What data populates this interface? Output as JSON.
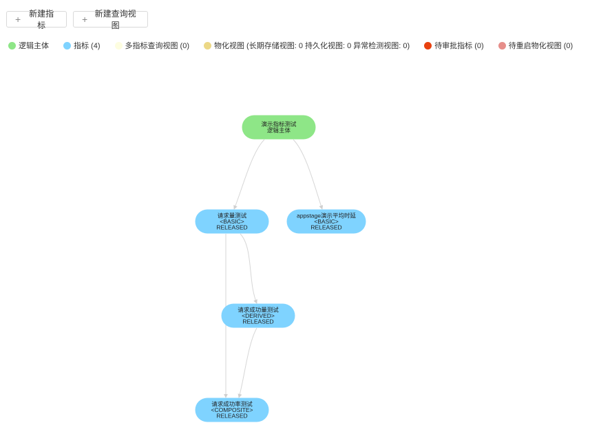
{
  "toolbar": {
    "new_metric_label": "新建指标",
    "new_query_view_label": "新建查询视图"
  },
  "legend": [
    {
      "id": "logic",
      "label": "逻辑主体",
      "color": "#8ee687"
    },
    {
      "id": "metric",
      "label": "指标 (4)",
      "color": "#7fd3ff"
    },
    {
      "id": "multi",
      "label": "多指标查询视图 (0)",
      "color": "#fdfde0"
    },
    {
      "id": "materialized",
      "label": "物化视图 (长期存储视图: 0 持久化视图: 0 异常检测视图: 0)",
      "color": "#ecd886"
    },
    {
      "id": "pending-approval",
      "label": "待审批指标 (0)",
      "color": "#e8410f"
    },
    {
      "id": "pending-restart",
      "label": "待重启物化视图 (0)",
      "color": "#e68e8a"
    }
  ],
  "graph": {
    "nodes": [
      {
        "id": "n0",
        "lines": [
          "演示指标测试",
          "逻辑主体"
        ],
        "color": "#8ee687"
      },
      {
        "id": "n1",
        "lines": [
          "请求量测试",
          "<BASIC>",
          "RELEASED"
        ],
        "color": "#7fd3ff"
      },
      {
        "id": "n2",
        "lines": [
          "appstage演示平均时延",
          "<BASIC>",
          "RELEASED"
        ],
        "color": "#7fd3ff"
      },
      {
        "id": "n3",
        "lines": [
          "请求成功量测试",
          "<DERIVED>",
          "RELEASED"
        ],
        "color": "#7fd3ff"
      },
      {
        "id": "n4",
        "lines": [
          "请求成功率测试",
          "<COMPOSITE>",
          "RELEASED"
        ],
        "color": "#7fd3ff"
      }
    ],
    "edges": [
      {
        "from": "n0",
        "to": "n1"
      },
      {
        "from": "n0",
        "to": "n2"
      },
      {
        "from": "n1",
        "to": "n3"
      },
      {
        "from": "n1",
        "to": "n4"
      },
      {
        "from": "n3",
        "to": "n4"
      }
    ]
  }
}
